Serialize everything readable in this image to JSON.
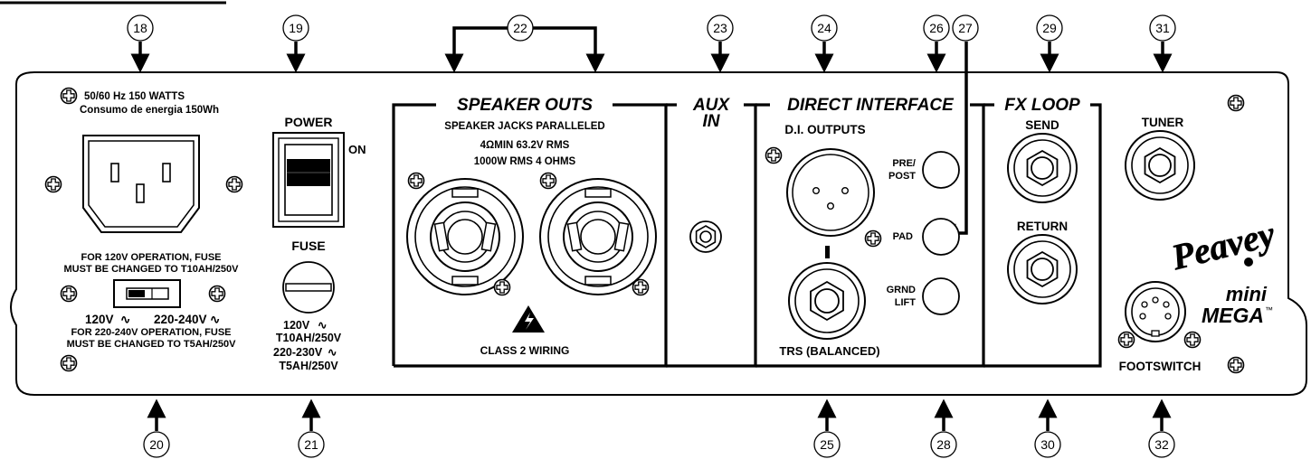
{
  "callouts": [
    "18",
    "19",
    "20",
    "21",
    "22",
    "23",
    "24",
    "25",
    "26",
    "27",
    "28",
    "29",
    "30",
    "31",
    "32"
  ],
  "power_spec": {
    "line1": "50/60 Hz  150 WATTS",
    "line2": "Consumo de energia  150Wh"
  },
  "power": {
    "label": "POWER",
    "on": "ON"
  },
  "fuse": {
    "label": "FUSE",
    "l1": "120V",
    "l2": "T10AH/250V",
    "l3": "220-230V",
    "l4": "T5AH/250V"
  },
  "voltage": {
    "note1a": "FOR 120V OPERATION, FUSE",
    "note1b": "MUST BE CHANGED TO T10AH/250V",
    "opt120": "120V",
    "opt220": "220-240V",
    "note2a": "FOR 220-240V OPERATION, FUSE",
    "note2b": "MUST BE CHANGED TO T5AH/250V"
  },
  "speaker": {
    "title": "SPEAKER OUTS",
    "l1": "SPEAKER JACKS PARALLELED",
    "l2": "4ΩMIN 63.2V RMS",
    "l3": "1000W RMS 4 OHMS",
    "wiring": "CLASS 2 WIRING"
  },
  "aux": {
    "l1": "AUX",
    "l2": "IN"
  },
  "di": {
    "title": "DIRECT INTERFACE",
    "outputs": "D.I. OUTPUTS",
    "pre1": "PRE/",
    "pre2": "POST",
    "pad": "PAD",
    "grnd1": "GRND",
    "grnd2": "LIFT",
    "trs": "TRS (BALANCED)"
  },
  "fx": {
    "title": "FX LOOP",
    "send": "SEND",
    "ret": "RETURN"
  },
  "tuner": "TUNER",
  "brand": "Peavey",
  "model": {
    "mini": "mini",
    "mega": "MEGA",
    "tm": "™"
  },
  "footswitch": "FOOTSWITCH",
  "symbols": {
    "ac": "∿"
  }
}
